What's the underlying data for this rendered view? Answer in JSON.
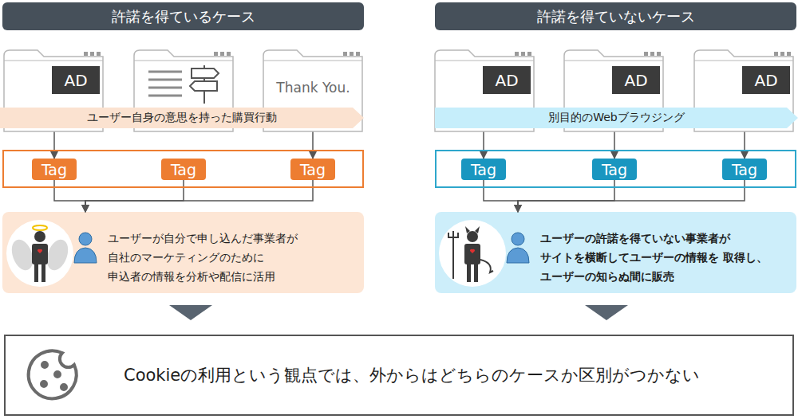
{
  "diagram": {
    "nodes": [
      {
        "text": [
          "許諾を得ているケース"
        ]
      },
      {
        "text": [
          "許諾を得ていないケース"
        ]
      },
      {
        "text": [
          "AD"
        ]
      },
      {
        "text": [
          "Thank You."
        ]
      },
      {
        "text": [
          "ユーザー自身の意思を持った購買行動"
        ]
      },
      {
        "text": []
      },
      {
        "text": [
          "Tag"
        ],
        "in": 5
      },
      {
        "text": [
          "Tag"
        ],
        "in": 5
      },
      {
        "text": [
          "Tag"
        ],
        "in": 5
      },
      {
        "text": [
          "ユーザーが自分で申し込んだ事業者が 自社のマーケティングのために 申込者の情報を分析や配信に活用"
        ]
      },
      {
        "text": [
          "AD"
        ]
      },
      {
        "text": [
          "AD"
        ]
      },
      {
        "text": [
          "AD"
        ]
      },
      {
        "text": [
          "別目的のWebブラウジング"
        ]
      },
      {
        "text": []
      },
      {
        "text": [
          "Tag"
        ],
        "in": 14
      },
      {
        "text": [
          "Tag"
        ],
        "in": 14
      },
      {
        "text": [
          "Tag"
        ],
        "in": 14
      },
      {
        "text": [
          "ユーザーの許諾を得ていない事業者が サイトを横断してユーザーの情報を 取得し、ユーザーの知らぬ間に販売"
        ]
      },
      {
        "text": [
          "Cookieの利用という観点では、外からはどちらのケースか区別がつかない"
        ]
      }
    ],
    "edges": [
      {
        "from": 2,
        "to": 6,
        "arrow": "to"
      },
      {
        "from": 3,
        "to": 8,
        "arrow": "to"
      },
      {
        "from": 6,
        "to": 9,
        "arrow": "to"
      },
      {
        "from": 7,
        "to": 9,
        "arrow": "to"
      },
      {
        "from": 8,
        "to": 9,
        "arrow": "to"
      },
      {
        "from": 10,
        "to": 15,
        "arrow": "to"
      },
      {
        "from": 11,
        "to": 16,
        "arrow": "to"
      },
      {
        "from": 12,
        "to": 17,
        "arrow": "to"
      },
      {
        "from": 15,
        "to": 18,
        "arrow": "to"
      },
      {
        "from": 16,
        "to": 18,
        "arrow": "to"
      },
      {
        "from": 17,
        "to": 18,
        "arrow": "to"
      }
    ]
  }
}
